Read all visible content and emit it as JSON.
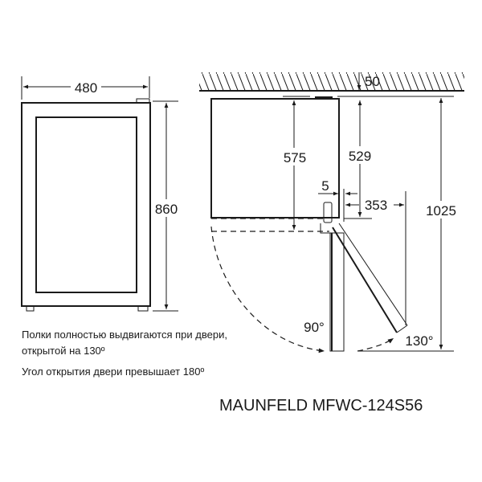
{
  "front_view": {
    "width_label": "480",
    "height_label": "860"
  },
  "side_view": {
    "clearance_top_label": "50",
    "depth_label": "575",
    "depth_to_door_label": "529",
    "door_offset_label": "5",
    "door_swing_label": "353",
    "total_depth_open_label": "1025",
    "angle_90_label": "90°",
    "angle_130_label": "130°"
  },
  "captions": {
    "line1": "Полки полностью выдвигаются при двери,",
    "line2": "открытой на 130º",
    "line3": "Угол открытия двери превышает 180º"
  },
  "model_name": "MAUNFELD MFWC-124S56"
}
